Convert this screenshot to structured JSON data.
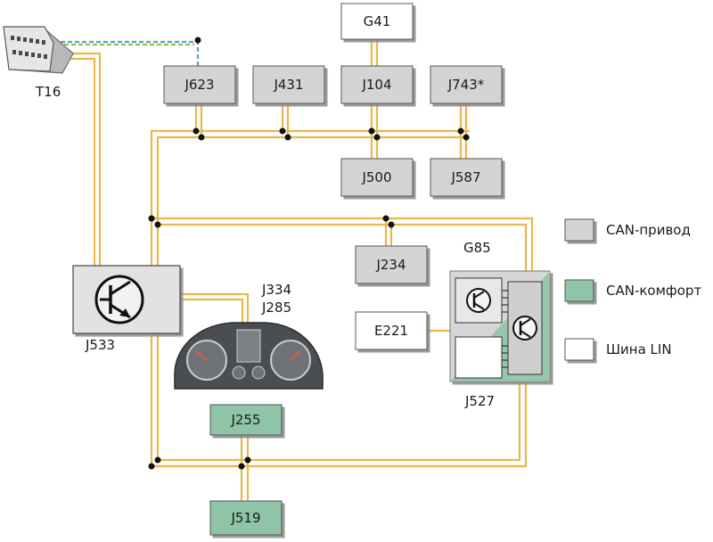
{
  "colors": {
    "can_drive": "#d4d4d4",
    "can_comfort": "#8fc4a6",
    "lin_bus": "#ffffff",
    "wire": "#e8b84a",
    "diag_blue": "#5b9bd5",
    "diag_green": "#8dc63f"
  },
  "modules": {
    "j623": "J623",
    "j431": "J431",
    "j104": "J104",
    "j743": "J743*",
    "g41": "G41",
    "j500": "J500",
    "j587": "J587",
    "j234": "J234",
    "e221": "E221",
    "j255": "J255",
    "j519": "J519"
  },
  "labels": {
    "t16": "T16",
    "j533": "J533",
    "j334": "J334",
    "j285": "J285",
    "g85": "G85",
    "j527": "J527"
  },
  "legend": {
    "can_drive": "CAN-привод",
    "can_comfort": "CAN-комфорт",
    "lin": "Шина LIN"
  }
}
